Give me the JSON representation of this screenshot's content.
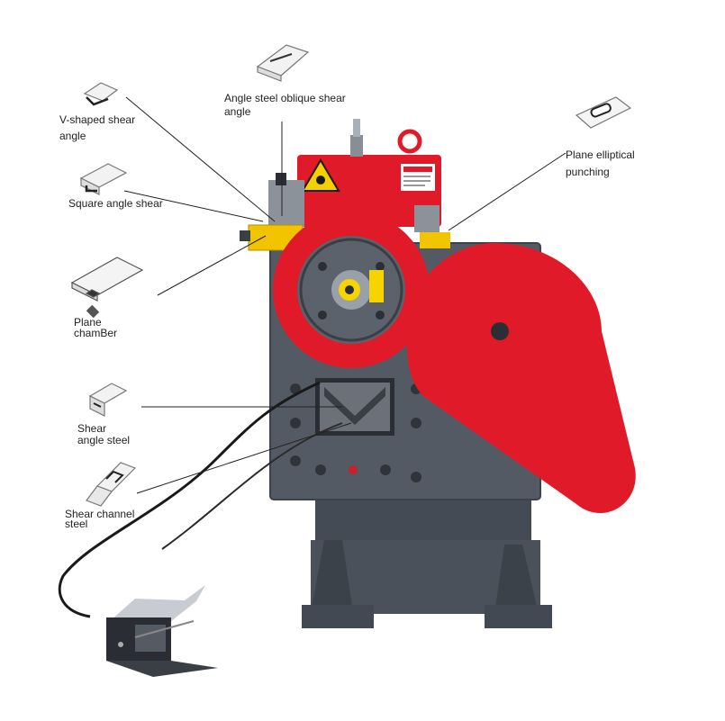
{
  "colors": {
    "machine_red": "#e11a2a",
    "machine_gray": "#4f5660",
    "machine_dark": "#3b4149",
    "guard_yellow": "#f2c400",
    "leader_line": "#222222",
    "label_text": "#222222"
  },
  "labels": {
    "angle_steel_oblique": {
      "line1": "Angle steel oblique shear",
      "line2": "angle"
    },
    "v_shaped": {
      "line1": "V-shaped shear",
      "line2": "angle"
    },
    "plane_elliptical": {
      "line1": "Plane elliptical",
      "line2": "punching"
    },
    "square_angle": {
      "line1": "Square angle shear"
    },
    "plane_chamber": {
      "line1": "Plane",
      "line2": "chamBer"
    },
    "shear_angle_steel": {
      "line1": "Shear",
      "line2": "angle steel"
    },
    "shear_channel": {
      "line1": "Shear channel",
      "line2": "steel"
    }
  },
  "icons": [
    "oblique-angle-shear-icon",
    "v-shaped-shear-icon",
    "elliptical-punch-icon",
    "square-angle-shear-icon",
    "plane-chamber-icon",
    "angle-steel-shear-icon",
    "channel-steel-shear-icon"
  ],
  "machine": {
    "warning_icon": "hazard-triangle-icon",
    "foot_pedal_icon": "foot-pedal-icon"
  }
}
